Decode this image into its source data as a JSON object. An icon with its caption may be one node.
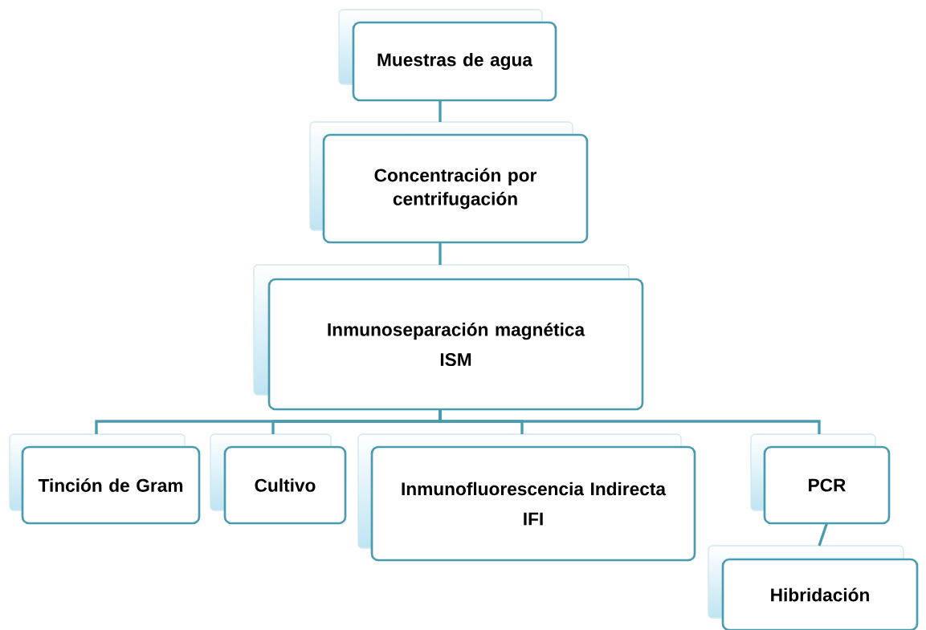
{
  "diagram": {
    "nodes": [
      {
        "text": [
          "Muestras de agua"
        ]
      },
      {
        "text": [
          "Concentración por centrifugación"
        ]
      },
      {
        "text": [
          "Inmunoseparación magnética",
          "ISM"
        ]
      },
      {
        "text": [
          "Tinción de Gram"
        ]
      },
      {
        "text": [
          "Cultivo"
        ]
      },
      {
        "text": [
          "Inmunofluorescencia Indirecta",
          "IFI"
        ]
      },
      {
        "text": [
          "PCR"
        ]
      },
      {
        "text": [
          "Hibridación"
        ]
      }
    ],
    "edges": [
      {
        "from": 0,
        "to": 1,
        "arrow": "none"
      },
      {
        "from": 1,
        "to": 2,
        "arrow": "none"
      },
      {
        "from": 2,
        "to": 3,
        "arrow": "none"
      },
      {
        "from": 2,
        "to": 4,
        "arrow": "none"
      },
      {
        "from": 2,
        "to": 5,
        "arrow": "none"
      },
      {
        "from": 2,
        "to": 6,
        "arrow": "none"
      },
      {
        "from": 6,
        "to": 7,
        "arrow": "none"
      }
    ]
  }
}
